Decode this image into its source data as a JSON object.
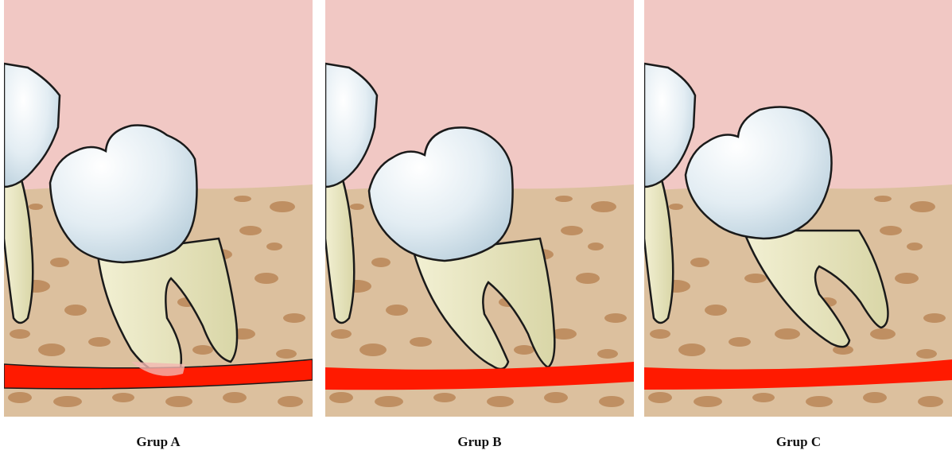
{
  "panels": [
    {
      "id": "a",
      "label": "Grup A",
      "root_depth": "overlaps-canal"
    },
    {
      "id": "b",
      "label": "Grup B",
      "root_depth": "touches-canal"
    },
    {
      "id": "c",
      "label": "Grup C",
      "root_depth": "above-canal"
    }
  ],
  "colors": {
    "gum": "#f1c8c4",
    "bone": "#dcc09e",
    "bone_spots": "#b98a5e",
    "canal": "#ff1a00",
    "enamel": "#dce9f0",
    "root": "#ecebc6",
    "outline": "#1a1a1a"
  }
}
